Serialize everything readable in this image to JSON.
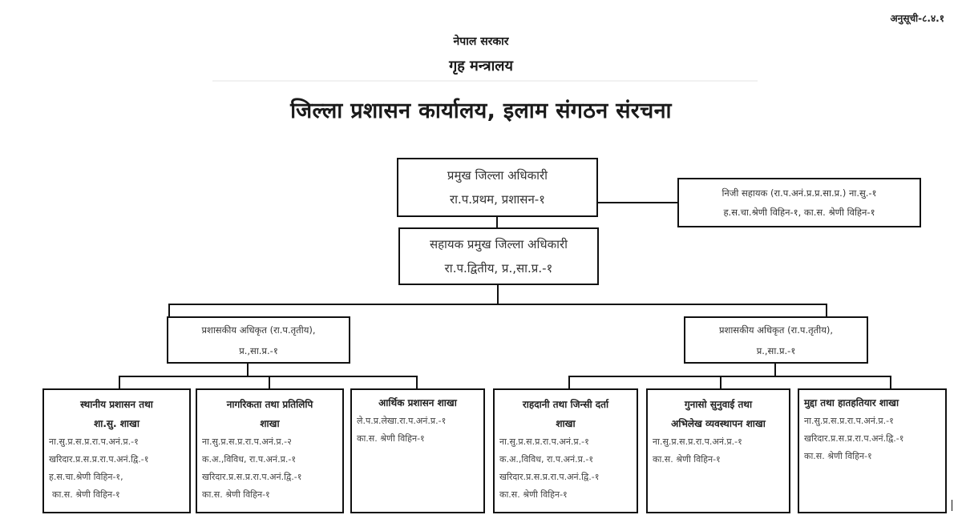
{
  "header": {
    "annex_label": "अनुसूची-८.४.१",
    "government": "नेपाल सरकार",
    "ministry": "गृह मन्त्रालय",
    "title": "जिल्ला प्रशासन कार्यालय, इलाम संगठन संरचना"
  },
  "chart": {
    "head": {
      "title": "प्रमुख जिल्ला अधिकारी",
      "post": "रा.प.प्रथम, प्रशासन-१"
    },
    "private_assistant": {
      "line1": "निजी सहायक (रा.प.अनं.प्र.प्र.सा.प्र.) ना.सु.-१",
      "line2": "ह.स.चा.श्रेणी विहिन-१, का.स. श्रेणी विहिन-१"
    },
    "assistant_head": {
      "title": "सहायक प्रमुख जिल्ला अधिकारी",
      "post": "रा.प.द्वितीय, प्र.,सा.प्र.-१"
    },
    "officers": [
      {
        "line1": "प्रशासकीय अधिकृत (रा.प.तृतीय),",
        "line2": "प्र.,सा.प्र.-१"
      },
      {
        "line1": "प्रशासकीय अधिकृत (रा.प.तृतीय),",
        "line2": "प्र.,सा.प्र.-१"
      }
    ],
    "branches": [
      {
        "name_line1": "स्थानीय प्रशासन तथा",
        "name_line2": "शा.सु. शाखा",
        "staff": [
          "ना.सु.प्र.स.प्र.रा.प.अनं.प्र.-१",
          "खरिदार.प्र.स.प्र.रा.प.अनं.द्वि.-१",
          "ह.स.चा.श्रेणी विहिन-१,",
          "का.स. श्रेणी विहिन-१"
        ]
      },
      {
        "name_line1": "नागरिकता तथा प्रतिलिपि",
        "name_line2": "शाखा",
        "staff": [
          "ना.सु.प्र.स.प्र.रा.प.अनं.प्र.-२",
          "क.अ.,विविध, रा.प.अनं.प्र.-१",
          "खरिदार.प्र.स.प्र.रा.प.अनं.द्वि.-१",
          "का.स. श्रेणी विहिन-१"
        ]
      },
      {
        "name_line1": "आर्थिक प्रशासन शाखा",
        "name_line2": "",
        "staff": [
          "ले.प.प्र.लेखा.रा.प.अनं.प्र.-१",
          "का.स. श्रेणी विहिन-१"
        ]
      },
      {
        "name_line1": "राहदानी तथा जिन्सी दर्ता",
        "name_line2": "शाखा",
        "staff": [
          "ना.सु.प्र.स.प्र.रा.प.अनं.प्र.-१",
          "क.अ.,विविध, रा.प.अनं.प्र.-१",
          "खरिदार.प्र.स.प्र.रा.प.अनं.द्वि.-१",
          "का.स. श्रेणी विहिन-१"
        ]
      },
      {
        "name_line1": "गुनासो सुनुवाई तथा",
        "name_line2": "अभिलेख व्यवस्थापन शाखा",
        "staff": [
          "ना.सु.प्र.स.प्र.रा.प.अनं.प्र.-१",
          "का.स. श्रेणी विहिन-१"
        ]
      },
      {
        "name_line1": "मुद्दा तथा हातहतियार शाखा",
        "name_line2": "",
        "staff": [
          "ना.सु.प्र.स.प्र.रा.प.अनं.प्र.-१",
          "खरिदार.प्र.स.प्र.रा.प.अनं.द्वि.-१",
          "का.स. श्रेणी विहिन-१"
        ]
      }
    ]
  }
}
